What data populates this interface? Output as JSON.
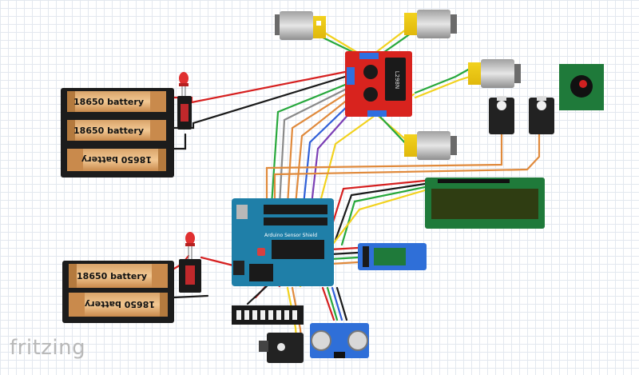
{
  "brand": {
    "watermark": "fritzing"
  },
  "batteries": {
    "top_pack": [
      "18650 battery",
      "18650 battery",
      "18650 battery"
    ],
    "bottom_pack": [
      "18650 battery",
      "18650 battery"
    ]
  },
  "boards": {
    "motor_driver": "L298N",
    "shield": "Arduino Sensor Shield"
  },
  "colors": {
    "wire_red": "#d62020",
    "wire_black": "#1a1a1a",
    "wire_green": "#27a83c",
    "wire_yellow": "#f2d21e",
    "wire_orange": "#e08a3c",
    "wire_blue": "#2f5fd8",
    "wire_gray": "#8a8a8a",
    "wire_purple": "#7b3fb5",
    "driver_board": "#d8231e",
    "arduino_board": "#1f7fa8",
    "lcd_board": "#1f7a3a",
    "lcd_screen": "#2f3d12"
  }
}
